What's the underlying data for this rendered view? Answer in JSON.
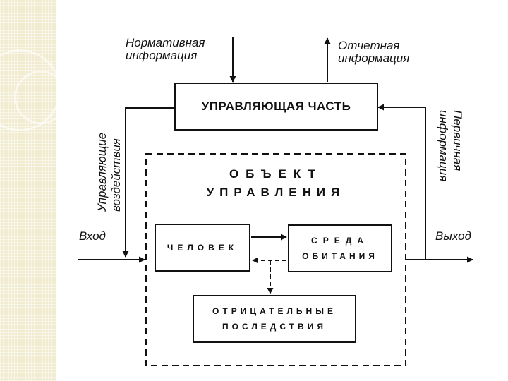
{
  "inputs": {
    "normative": [
      "Нормативная",
      "информация"
    ],
    "report": [
      "Отчетная",
      "информация"
    ]
  },
  "control_part": "УПРАВЛЯЮЩАЯ ЧАСТЬ",
  "control_actions": [
    "Управляющие",
    "воздействия"
  ],
  "primary_info": [
    "Первичная",
    "информация"
  ],
  "entry": "Вход",
  "exit": "Выход",
  "object": [
    "ОБЪЕКТ",
    "УПРАВЛЕНИЯ"
  ],
  "human": "ЧЕЛОВЕК",
  "environment": [
    "СРЕДА",
    "ОБИТАНИЯ"
  ],
  "consequences": [
    "ОТРИЦАТЕЛЬНЫЕ",
    "ПОСЛЕДСТВИЯ"
  ]
}
